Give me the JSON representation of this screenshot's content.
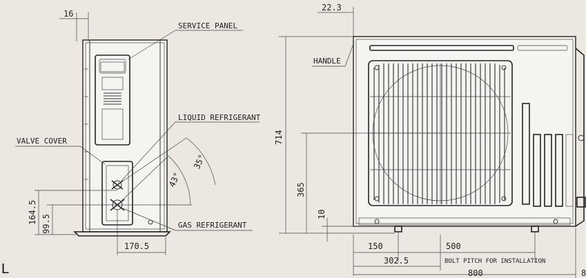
{
  "labels": {
    "service_panel": "SERVICE PANEL",
    "liquid_refrigerant": "LIQUID REFRIGERANT",
    "valve_cover": "VALVE COVER",
    "gas_refrigerant": "GAS REFRIGERANT",
    "handle": "HANDLE",
    "bolt_pitch": "BOLT PITCH FOR INSTALLATION",
    "margin_letter": "L",
    "edge_digit": "8"
  },
  "dimensions": {
    "side_top": "16",
    "front_top": "22.3",
    "angle_35": "35°",
    "angle_43": "43°",
    "height_164_5": "164.5",
    "height_99_5": "99.5",
    "width_170_5": "170.5",
    "height_714": "714",
    "height_365": "365",
    "height_10": "10",
    "width_150": "150",
    "width_500": "500",
    "width_302_5": "302.5",
    "width_800": "800"
  }
}
